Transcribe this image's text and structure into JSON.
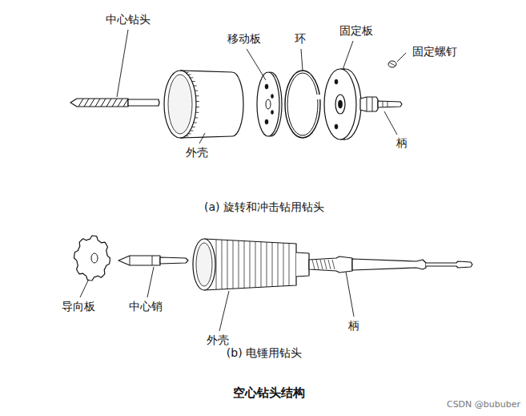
{
  "diagram": {
    "caption": "空心钻头结构",
    "labels": [
      "中心钻头",
      "移动板",
      "环",
      "固定板",
      "固定螺钉",
      "外壳",
      "柄",
      "(a) 旋转和冲击钻用钻头",
      "导向板",
      "中心销",
      "外壳",
      "柄",
      "(b) 电锤用钻头",
      "CSDN @bububer"
    ]
  }
}
